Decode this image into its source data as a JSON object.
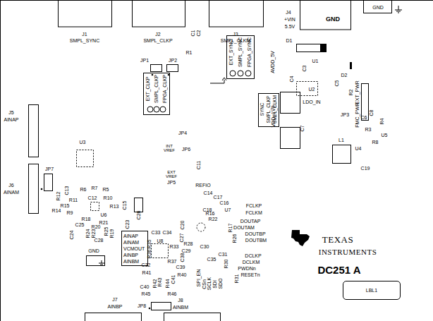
{
  "diagram": {
    "nodes": [
      {
        "text": [
          "EXT_CLKP",
          "SMPL_CLKP",
          "FPGA_CLKP"
        ]
      },
      {
        "text": [
          "EXT_SYNC",
          "SMPL_SYNC",
          "FPGA_SYNC"
        ]
      },
      {
        "text": [
          "SYNC",
          "SMPL_CLKP",
          "SMPL_CLKM"
        ]
      },
      {
        "text": [
          "AINAP",
          "AINAM",
          "VCMOUT",
          "AINBP",
          "AINBM"
        ]
      },
      {
        "text": [
          "LBL1"
        ]
      }
    ],
    "labels": [
      "J1",
      "SMPL_SYNC",
      "J2",
      "SMPL_CLKP",
      "J3",
      "SMPL_CLKM",
      "J4",
      "+VIN",
      "5.5V",
      "GND",
      "GND",
      "D1",
      "C1",
      "C2",
      "R1",
      "JP1",
      "JP2",
      "U1",
      "C3",
      "D2",
      "EXT_PWR",
      "FMC_PWR",
      "JP3",
      "R2",
      "C5",
      "R4",
      "U2",
      "C4",
      "LDO_IN",
      "AVDD_5V",
      "VDD_1V8",
      "C8",
      "C6",
      "R3",
      "C7",
      "L1",
      "U4",
      "U5",
      "R8",
      "C19",
      "JP4",
      "JP6",
      "INT VREF",
      "EXT VREF",
      "JP5",
      "REFIO",
      "C11",
      "C14",
      "C17",
      "C16",
      "C18",
      "U7",
      "FCLKP",
      "FCLKM",
      "DOUTAP",
      "DOUTAM",
      "DOUTBP",
      "DOUTBM",
      "DCLKP",
      "DCLKM",
      "PWDNn",
      "RESETn",
      "R17",
      "R26",
      "R30",
      "R31",
      "R16",
      "R22",
      "C20",
      "C27",
      "R28",
      "C29",
      "C30",
      "C31",
      "C35",
      "J5",
      "AINAP",
      "J6",
      "AINAM",
      "JP7",
      "R12",
      "C13",
      "R11",
      "R15",
      "R14",
      "R9",
      "R6",
      "R7",
      "R5",
      "C12",
      "R10",
      "R13",
      "U6",
      "C15",
      "C23",
      "R18",
      "R21",
      "R20",
      "C25",
      "C24",
      "R24",
      "R23",
      "R25",
      "R19",
      "C28",
      "C26",
      "C33",
      "C34",
      "U8",
      "R36",
      "R35",
      "R37",
      "R33",
      "C32",
      "R41",
      "C38",
      "C39",
      "R40",
      "C40",
      "R45",
      "R42",
      "R43",
      "R44",
      "C41",
      "R46",
      "GND",
      "SPI_EN",
      "CSn",
      "SCLK",
      "SDI",
      "SDO",
      "J7",
      "AINBP",
      "J8",
      "AINBM",
      "JP8",
      "TEXAS",
      "INSTRUMENTS",
      "DC251 A",
      "U3"
    ]
  }
}
